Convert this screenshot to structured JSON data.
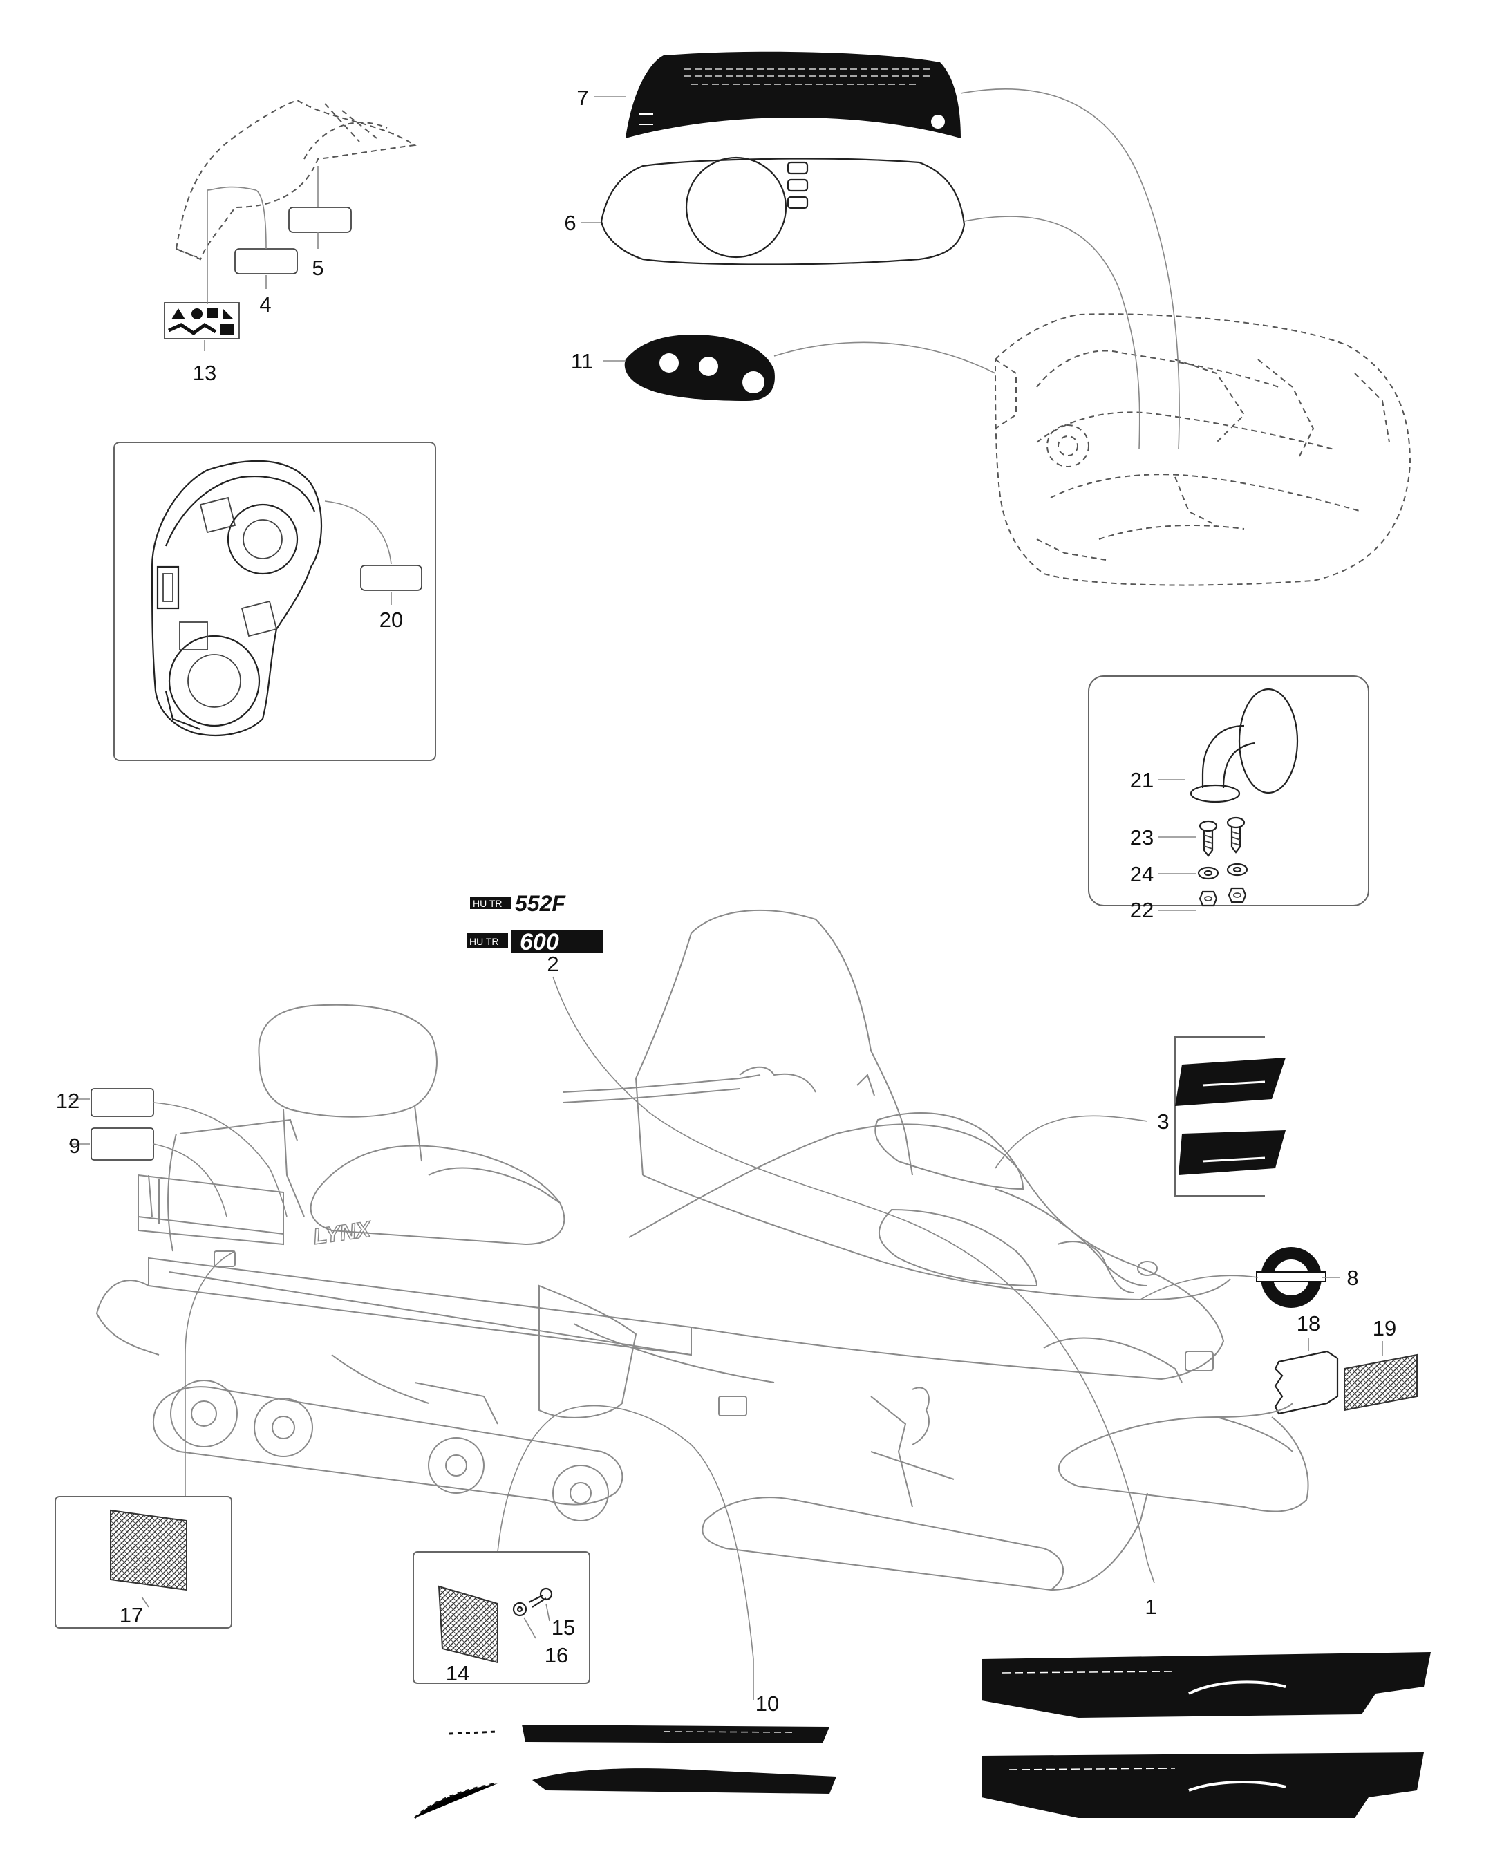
{
  "diagram": {
    "callouts": [
      {
        "id": "c1",
        "label": "1"
      },
      {
        "id": "c2",
        "label": "2"
      },
      {
        "id": "c3",
        "label": "3"
      },
      {
        "id": "c4",
        "label": "4"
      },
      {
        "id": "c5",
        "label": "5"
      },
      {
        "id": "c6",
        "label": "6"
      },
      {
        "id": "c7",
        "label": "7"
      },
      {
        "id": "c8",
        "label": "8"
      },
      {
        "id": "c9",
        "label": "9"
      },
      {
        "id": "c10",
        "label": "10"
      },
      {
        "id": "c11",
        "label": "11"
      },
      {
        "id": "c12",
        "label": "12"
      },
      {
        "id": "c13",
        "label": "13"
      },
      {
        "id": "c14",
        "label": "14"
      },
      {
        "id": "c15",
        "label": "15"
      },
      {
        "id": "c16",
        "label": "16"
      },
      {
        "id": "c17",
        "label": "17"
      },
      {
        "id": "c18",
        "label": "18"
      },
      {
        "id": "c19",
        "label": "19"
      },
      {
        "id": "c20",
        "label": "20"
      },
      {
        "id": "c21",
        "label": "21"
      },
      {
        "id": "c22",
        "label": "22"
      },
      {
        "id": "c23",
        "label": "23"
      },
      {
        "id": "c24",
        "label": "24"
      }
    ],
    "printed_text": {
      "brand_on_body": "LYNX",
      "decal_model_a": "552F",
      "decal_model_b": "600",
      "decal_prefix": "HU TR"
    }
  }
}
